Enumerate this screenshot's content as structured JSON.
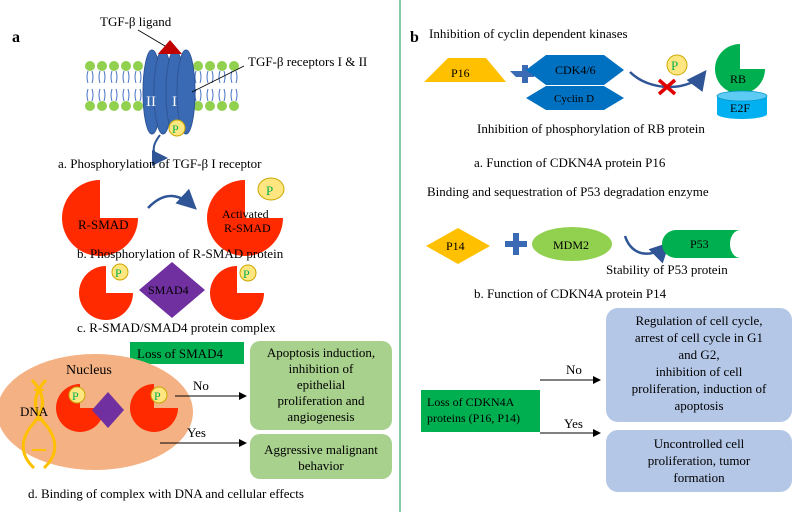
{
  "panel_a": {
    "label": "a",
    "tgf_ligand": "TGF-β ligand",
    "receptors": "TGF-β receptors I & II",
    "receptor_ii": "II",
    "receptor_i": "I",
    "p": "P",
    "caption_a": "a. Phosphorylation of TGF-β I receptor",
    "rsmad": "R-SMAD",
    "activated_1": "Activated",
    "activated_2": "R-SMAD",
    "caption_b": "b. Phosphorylation of R-SMAD protein",
    "smad4": "SMAD4",
    "caption_c": "c. R-SMAD/SMAD4 protein complex",
    "loss_smad4": "Loss of SMAD4",
    "nucleus": "Nucleus",
    "dna": "DNA",
    "no": "No",
    "yes": "Yes",
    "outcome_no": [
      "Apoptosis induction,",
      "inhibition of",
      "epithelial",
      "proliferation and",
      "angiogenesis"
    ],
    "outcome_yes": [
      "Aggressive malignant",
      "behavior"
    ],
    "caption_d": "d. Binding of complex with DNA and cellular effects"
  },
  "panel_b": {
    "label": "b",
    "inhibition_cdk": "Inhibition of cyclin dependent kinases",
    "p16": "P16",
    "cdk46": "CDK4/6",
    "cyclind": "Cyclin D",
    "p": "P",
    "rb": "RB",
    "e2f": "E2F",
    "inhibition_rb": "Inhibition of phosphorylation of RB protein",
    "caption_a": "a. Function of CDKN4A protein P16",
    "binding": "Binding and sequestration of P53 degradation enzyme",
    "p14": "P14",
    "mdm2": "MDM2",
    "p53": "P53",
    "stability": "Stability of P53 protein",
    "caption_b": "b. Function of CDKN4A protein P14",
    "loss_cdkn4a": [
      "Loss of CDKN4A",
      "proteins (P16, P14)"
    ],
    "no": "No",
    "yes": "Yes",
    "outcome_no": [
      "Regulation of cell cycle,",
      "arrest of cell cycle in G1",
      "and G2,",
      "inhibition of cell",
      "proliferation, induction of",
      "apoptosis"
    ],
    "outcome_yes": [
      "Uncontrolled cell",
      "proliferation, tumor",
      "formation"
    ]
  },
  "colors": {
    "red": "#ff2a00",
    "blue": "#3a6ab4",
    "green": "#00b050",
    "purple": "#7030a0",
    "yellow": "#ffc000",
    "p_yellow": "#ffe680",
    "light_green": "#a9d18e",
    "light_blue": "#b4c7e7",
    "nucleus": "#f4b183",
    "divider": "#5cb58a"
  }
}
